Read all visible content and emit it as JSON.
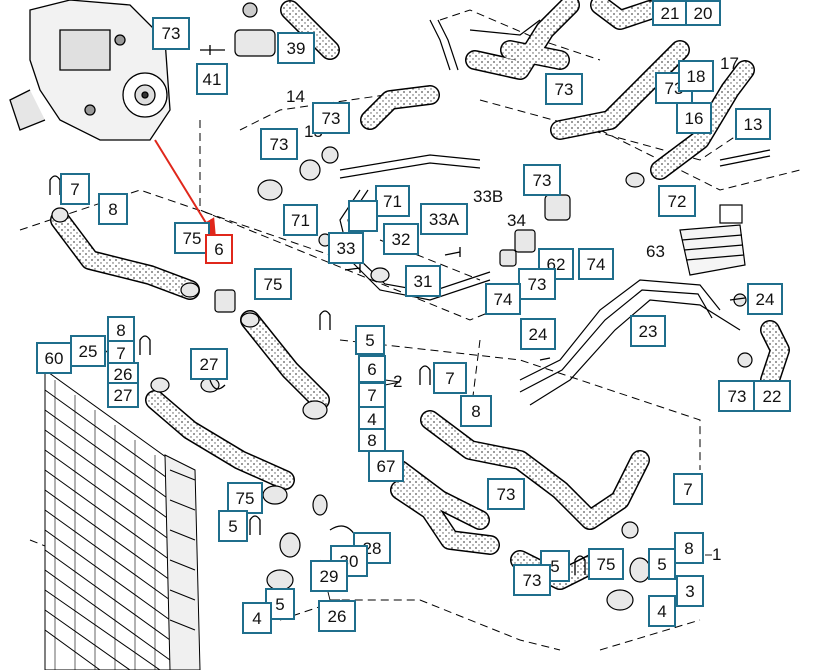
{
  "colors": {
    "box_border": "#1f6e8c",
    "highlight": "#e0271b",
    "line": "#000000",
    "hose_dots": "#555555"
  },
  "callouts": {
    "n1": "1",
    "n2": "2",
    "n3": "3",
    "n4": "4",
    "n5": "5",
    "n6": "6",
    "n7": "7",
    "n8": "8",
    "n13": "13",
    "n14": "14",
    "n15": "15",
    "n16": "16",
    "n17": "17",
    "n18": "18",
    "n20": "20",
    "n21": "21",
    "n22": "22",
    "n23": "23",
    "n24": "24",
    "n25": "25",
    "n26": "26",
    "n27": "27",
    "n28": "28",
    "n29": "29",
    "n30": "30",
    "n31": "31",
    "n32": "32",
    "n33": "33",
    "n33a": "33A",
    "n33b": "33B",
    "n34": "34",
    "n39": "39",
    "n41": "41",
    "n60": "60",
    "n62": "62",
    "n63": "63",
    "n67": "67",
    "n71": "71",
    "n72": "72",
    "n73": "73",
    "n74": "74",
    "n75": "75"
  }
}
